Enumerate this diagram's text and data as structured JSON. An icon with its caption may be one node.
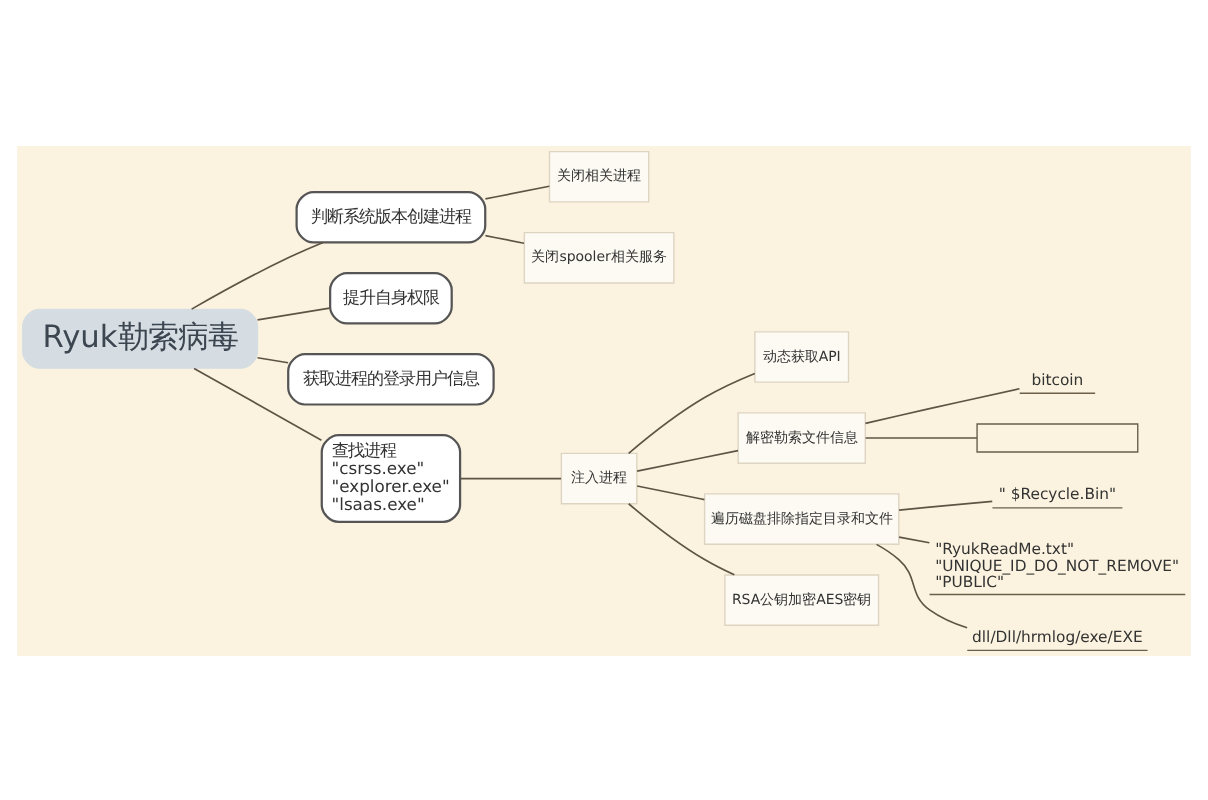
{
  "diagram": {
    "nodes": [
      {
        "text": [
          "Ryuk勒索病毒"
        ]
      },
      {
        "text": [
          "判断系统版本创建进程"
        ]
      },
      {
        "text": [
          "关闭相关进程"
        ]
      },
      {
        "text": [
          "关闭spooler相关服务"
        ]
      },
      {
        "text": [
          "提升自身权限"
        ]
      },
      {
        "text": [
          "获取进程的登录用户信息"
        ]
      },
      {
        "text": [
          "查找进程",
          "\"csrss.exe\"",
          "\"explorer.exe\"",
          "\"lsaas.exe\""
        ]
      },
      {
        "text": [
          "注入进程"
        ]
      },
      {
        "text": [
          "动态获取API"
        ]
      },
      {
        "text": [
          "解密勒索文件信息"
        ]
      },
      {
        "text": [
          "bitcoin"
        ]
      },
      {
        "text": [],
        "shape": "box"
      },
      {
        "text": [
          "遍历磁盘排除指定目录和文件"
        ]
      },
      {
        "text": [
          "\" $Recycle.Bin\""
        ]
      },
      {
        "text": [
          "\"RyukReadMe.txt\"",
          "\"UNIQUE_ID_DO_NOT_REMOVE\"",
          "\"PUBLIC\""
        ]
      },
      {
        "text": [
          "dll/Dll/hrmlog/exe/EXE"
        ]
      },
      {
        "text": [
          "RSA公钥加密AES密钥"
        ]
      }
    ],
    "edges": [
      {
        "from": 0,
        "to": 1,
        "arrow": "none"
      },
      {
        "from": 1,
        "to": 2,
        "arrow": "none"
      },
      {
        "from": 1,
        "to": 3,
        "arrow": "none"
      },
      {
        "from": 0,
        "to": 4,
        "arrow": "none"
      },
      {
        "from": 0,
        "to": 5,
        "arrow": "none"
      },
      {
        "from": 0,
        "to": 6,
        "arrow": "none"
      },
      {
        "from": 6,
        "to": 7,
        "arrow": "none"
      },
      {
        "from": 7,
        "to": 8,
        "arrow": "none"
      },
      {
        "from": 7,
        "to": 9,
        "arrow": "none"
      },
      {
        "from": 9,
        "to": 10,
        "arrow": "none"
      },
      {
        "from": 9,
        "to": 11,
        "arrow": "none"
      },
      {
        "from": 7,
        "to": 12,
        "arrow": "none"
      },
      {
        "from": 12,
        "to": 13,
        "arrow": "none"
      },
      {
        "from": 12,
        "to": 14,
        "arrow": "none"
      },
      {
        "from": 12,
        "to": 15,
        "arrow": "none"
      },
      {
        "from": 7,
        "to": 16,
        "arrow": "none"
      }
    ]
  }
}
